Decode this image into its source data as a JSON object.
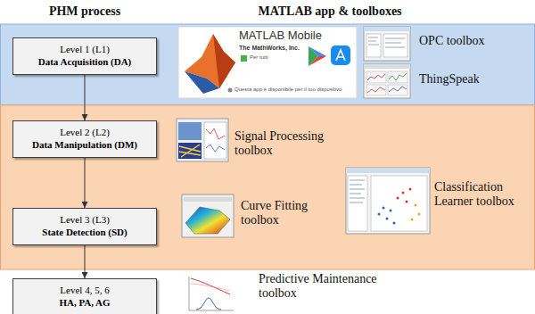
{
  "diagram": {
    "nodes": [
      {
        "text": [
          "Level 1 (L1)",
          "Data Acquisition (DA)"
        ]
      },
      {
        "text": [
          "Level 2 (L2)",
          "Data Manipulation (DM)"
        ]
      },
      {
        "text": [
          "Level 3 (L3)",
          "State Detection (SD)"
        ]
      },
      {
        "text": [
          "Level 4, 5, 6",
          "HA, PA, AG"
        ]
      }
    ],
    "edges": [
      {
        "from": 0,
        "to": 1,
        "arrow": "to"
      },
      {
        "from": 1,
        "to": 2,
        "arrow": "to"
      },
      {
        "from": 2,
        "to": 3,
        "arrow": "to"
      }
    ],
    "labels": [
      "PHM process",
      "MATLAB app & toolboxes",
      "MATLAB Mobile",
      "The MathWorks, Inc.",
      "Per tutti",
      "Questa app è disponibile per il tuo dispositivo",
      "OPC toolbox",
      "ThingSpeak",
      "Signal Processing toolbox",
      "Curve Fitting toolbox",
      "Classification Learner toolbox",
      "Predictive Maintenance toolbox"
    ]
  }
}
